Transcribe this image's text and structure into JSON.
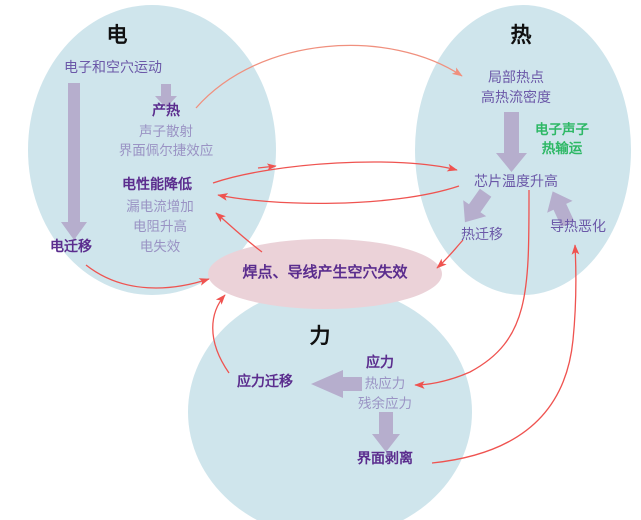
{
  "diagram": {
    "title_hidden": "电-热-力多物理场耦合失效机理图",
    "colors": {
      "ellipse_blue": "#cfe5ec",
      "ellipse_pink": "#ebd2d8",
      "thick_arrow": "#b6aecd",
      "thin_arrow_red": "#ef5350",
      "thin_arrow_salmon": "#f0907e",
      "text_bold_purple": "#5b2d8e",
      "text_norm_purple": "#6b58a8",
      "text_sub_purple": "#9a93c4",
      "text_green": "#2eb866",
      "text_black": "#101010"
    },
    "domains": [
      {
        "id": "electrical",
        "title": "电",
        "nodes": [
          {
            "id": "carrier-motion",
            "label": "电子和空穴运动",
            "style": "norm"
          },
          {
            "id": "heat-generation",
            "label": "产热",
            "style": "bold"
          },
          {
            "id": "phonon-scattering",
            "label": "声子散射",
            "style": "sub"
          },
          {
            "id": "interface-peltier",
            "label": "界面佩尔捷效应",
            "style": "sub"
          },
          {
            "id": "electrical-degradation",
            "label": "电性能降低",
            "style": "bold"
          },
          {
            "id": "leakage-increase",
            "label": "漏电流增加",
            "style": "sub"
          },
          {
            "id": "resistance-rise",
            "label": "电阻升高",
            "style": "sub"
          },
          {
            "id": "electrical-failure",
            "label": "电失效",
            "style": "sub"
          },
          {
            "id": "electromigration",
            "label": "电迁移",
            "style": "bold"
          }
        ]
      },
      {
        "id": "thermal",
        "title": "热",
        "nodes": [
          {
            "id": "local-hotspot",
            "label": "局部热点",
            "style": "norm"
          },
          {
            "id": "high-heat-flux",
            "label": "高热流密度",
            "style": "norm"
          },
          {
            "id": "electron-phonon",
            "label": "电子声子",
            "style": "green"
          },
          {
            "id": "heat-transport",
            "label": "热输运",
            "style": "green"
          },
          {
            "id": "chip-temp-rise",
            "label": "芯片温度升高",
            "style": "norm"
          },
          {
            "id": "thermomigration",
            "label": "热迁移",
            "style": "norm"
          },
          {
            "id": "thermal-conduction-degradation",
            "label": "导热恶化",
            "style": "norm"
          }
        ]
      },
      {
        "id": "mechanical",
        "title": "力",
        "nodes": [
          {
            "id": "stress",
            "label": "应力",
            "style": "bold"
          },
          {
            "id": "thermal-stress",
            "label": "热应力",
            "style": "sub"
          },
          {
            "id": "residual-stress",
            "label": "残余应力",
            "style": "sub"
          },
          {
            "id": "interface-delamination",
            "label": "界面剥离",
            "style": "bold"
          },
          {
            "id": "stress-migration",
            "label": "应力迁移",
            "style": "bold"
          }
        ]
      }
    ],
    "center": {
      "id": "void-failure",
      "label": "焊点、导线产生空穴失效"
    },
    "thick_arrows": [
      {
        "id": "carrier-to-heat",
        "dir": "down"
      },
      {
        "id": "carrier-to-electromigration",
        "dir": "down-long"
      },
      {
        "id": "hotspot-to-chiptemp",
        "dir": "down"
      },
      {
        "id": "chiptemp-to-thermomigration",
        "dir": "down-left"
      },
      {
        "id": "conduction-to-chiptemp",
        "dir": "up-right"
      },
      {
        "id": "stress-to-delamination",
        "dir": "down"
      },
      {
        "id": "stress-to-stressmigration",
        "dir": "left"
      }
    ],
    "thin_arrows": [
      {
        "id": "heatgen-to-hotspot",
        "from": "产热",
        "to": "局部热点",
        "color": "salmon"
      },
      {
        "id": "degradation-to-chiptemp",
        "from": "电性能降低",
        "to": "芯片温度升高",
        "color": "red"
      },
      {
        "id": "chiptemp-to-degradation",
        "from": "芯片温度升高",
        "to": "电性能降低",
        "color": "red"
      },
      {
        "id": "void-to-degradation",
        "from": "焊点、导线产生空穴失效",
        "to": "电性能降低",
        "color": "red"
      },
      {
        "id": "electromigration-to-void",
        "from": "电迁移",
        "to": "焊点、导线产生空穴失效",
        "color": "red"
      },
      {
        "id": "thermomigration-to-void",
        "from": "热迁移",
        "to": "焊点、导线产生空穴失效",
        "color": "red"
      },
      {
        "id": "stressmigration-to-void",
        "from": "应力迁移",
        "to": "焊点、导线产生空穴失效",
        "color": "red"
      },
      {
        "id": "chiptemp-to-stress",
        "from": "芯片温度升高",
        "to": "应力",
        "color": "red"
      },
      {
        "id": "delamination-to-conduction",
        "from": "界面剥离",
        "to": "导热恶化",
        "color": "red"
      }
    ]
  }
}
